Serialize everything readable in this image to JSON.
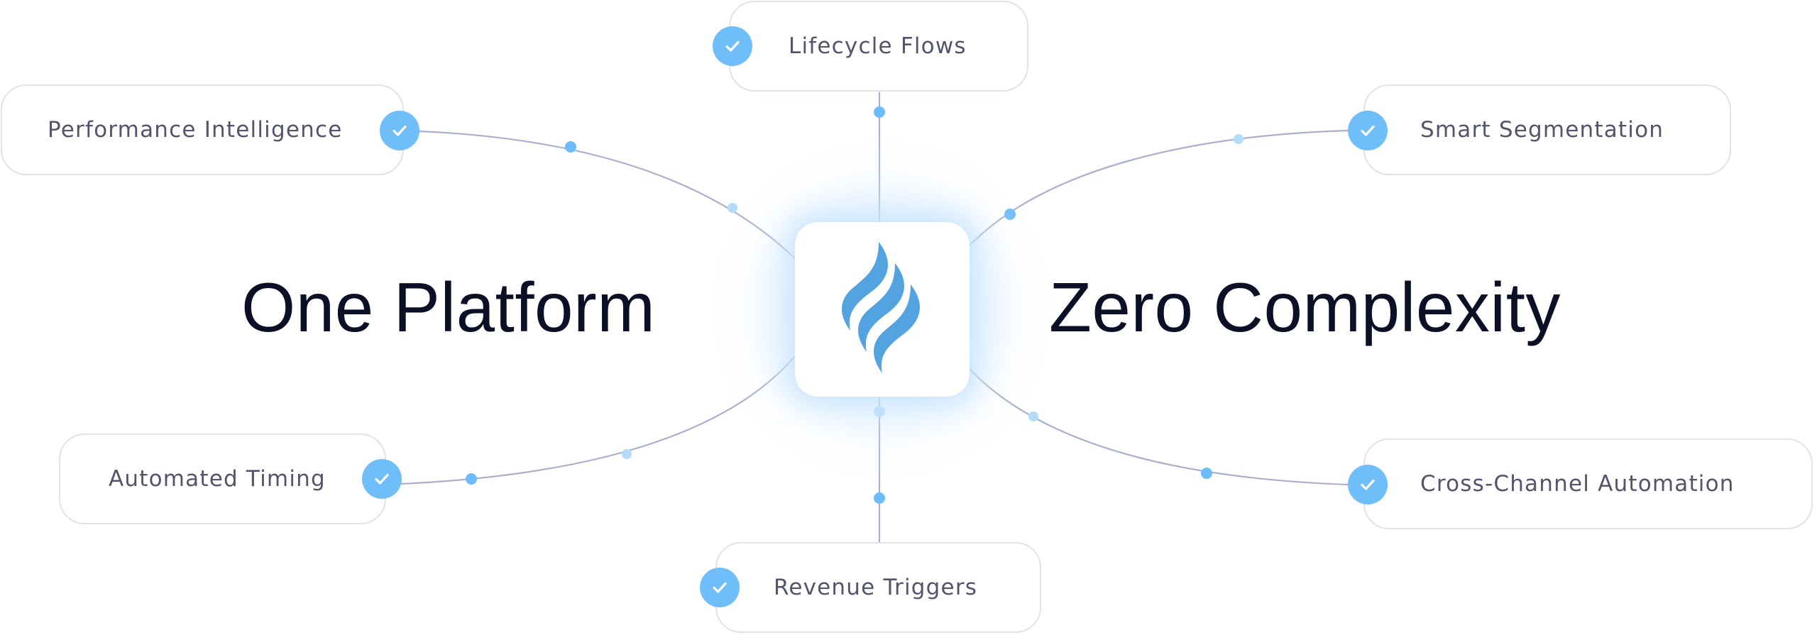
{
  "headings": {
    "left": "One Platform",
    "right": "Zero Complexity"
  },
  "hub": {
    "logo_icon": "flame-swoosh-logo-icon",
    "logo_color": "#52a3e0"
  },
  "features": [
    {
      "id": "lifecycle",
      "label": "Lifecycle Flows",
      "icon": "check-circle-icon",
      "checked": true
    },
    {
      "id": "performance",
      "label": "Performance Intelligence",
      "icon": "check-circle-icon",
      "checked": true
    },
    {
      "id": "smart",
      "label": "Smart Segmentation",
      "icon": "check-circle-icon",
      "checked": true
    },
    {
      "id": "automated",
      "label": "Automated Timing",
      "icon": "check-circle-icon",
      "checked": true
    },
    {
      "id": "cross",
      "label": "Cross-Channel Automation",
      "icon": "check-circle-icon",
      "checked": true
    },
    {
      "id": "revenue",
      "label": "Revenue Triggers",
      "icon": "check-circle-icon",
      "checked": true
    }
  ],
  "colors": {
    "heading": "#0b1026",
    "label": "#52556b",
    "check": "#6fbdf9",
    "connector": "#aab0cc",
    "dot_primary": "#6cbcfc",
    "dot_secondary": "#b3dcfb",
    "node_border": "#e1e3ea"
  }
}
